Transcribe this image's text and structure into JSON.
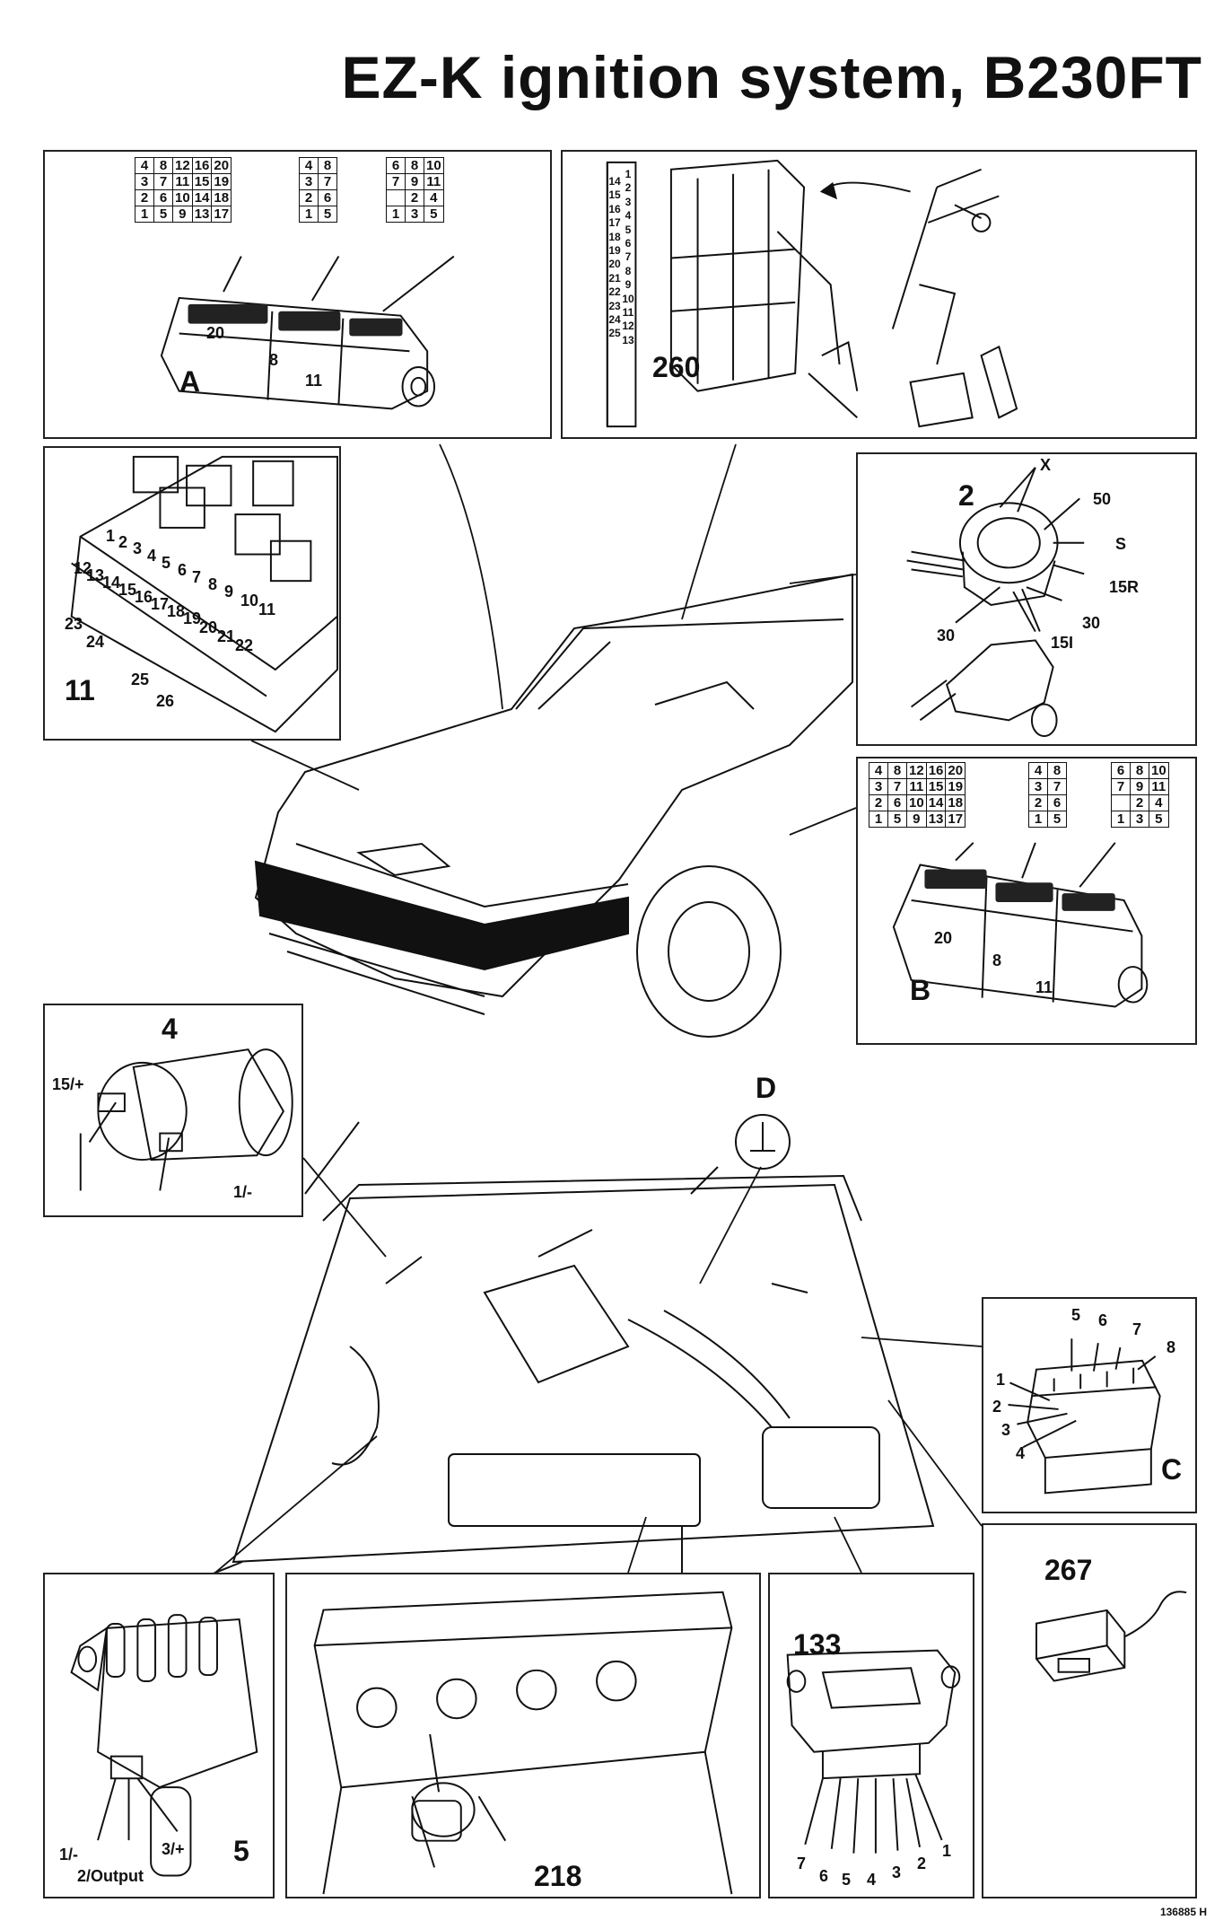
{
  "title": "EZ-K ignition system, B230FT",
  "reference": "136885 H",
  "panel_a": {
    "label": "A",
    "grid1": [
      [
        "4",
        "8",
        "12",
        "16",
        "20"
      ],
      [
        "3",
        "7",
        "11",
        "15",
        "19"
      ],
      [
        "2",
        "6",
        "10",
        "14",
        "18"
      ],
      [
        "1",
        "5",
        "9",
        "13",
        "17"
      ]
    ],
    "grid2": [
      [
        "4",
        "8"
      ],
      [
        "3",
        "7"
      ],
      [
        "2",
        "6"
      ],
      [
        "1",
        "5"
      ]
    ],
    "grid3": [
      [
        "6",
        "8",
        "10"
      ],
      [
        "7",
        "9",
        "11"
      ],
      [
        "",
        "2",
        "4"
      ],
      [
        "1",
        "3",
        "5"
      ]
    ],
    "sections": [
      "20",
      "8",
      "11"
    ]
  },
  "panel_260": {
    "label": "260",
    "left_col": [
      "14",
      "15",
      "16",
      "17",
      "18",
      "19",
      "20",
      "21",
      "22",
      "23",
      "24",
      "25"
    ],
    "right_col": [
      "1",
      "2",
      "3",
      "4",
      "5",
      "6",
      "7",
      "8",
      "9",
      "10",
      "11",
      "12",
      "13"
    ]
  },
  "panel_11": {
    "label": "11",
    "fuses": [
      "1",
      "2",
      "3",
      "4",
      "5",
      "6",
      "7",
      "8",
      "9",
      "10",
      "11",
      "12",
      "13",
      "14",
      "15",
      "16",
      "17",
      "18",
      "19",
      "20",
      "21",
      "22",
      "23",
      "24",
      "25",
      "26"
    ]
  },
  "panel_2": {
    "label": "2",
    "terminals": [
      "X",
      "50",
      "S",
      "15R",
      "30",
      "30",
      "15I"
    ]
  },
  "panel_b": {
    "label": "B",
    "grid1": [
      [
        "4",
        "8",
        "12",
        "16",
        "20"
      ],
      [
        "3",
        "7",
        "11",
        "15",
        "19"
      ],
      [
        "2",
        "6",
        "10",
        "14",
        "18"
      ],
      [
        "1",
        "5",
        "9",
        "13",
        "17"
      ]
    ],
    "grid2": [
      [
        "4",
        "8"
      ],
      [
        "3",
        "7"
      ],
      [
        "2",
        "6"
      ],
      [
        "1",
        "5"
      ]
    ],
    "grid3": [
      [
        "6",
        "8",
        "10"
      ],
      [
        "7",
        "9",
        "11"
      ],
      [
        "",
        "2",
        "4"
      ],
      [
        "1",
        "3",
        "5"
      ]
    ],
    "sections": [
      "20",
      "8",
      "11"
    ]
  },
  "panel_4": {
    "label": "4",
    "terminal_pos": "15/+",
    "terminal_neg": "1/-"
  },
  "ground_d": {
    "label": "D"
  },
  "panel_c": {
    "label": "C",
    "pins": [
      "1",
      "2",
      "3",
      "4",
      "5",
      "6",
      "7",
      "8"
    ]
  },
  "panel_267": {
    "label": "267"
  },
  "panel_5": {
    "label": "5",
    "term1": "1/-",
    "term3": "3/+",
    "term2": "2/Output"
  },
  "panel_218": {
    "label": "218"
  },
  "panel_133": {
    "label": "133",
    "pins": [
      "7",
      "6",
      "5",
      "4",
      "3",
      "2",
      "1"
    ]
  }
}
